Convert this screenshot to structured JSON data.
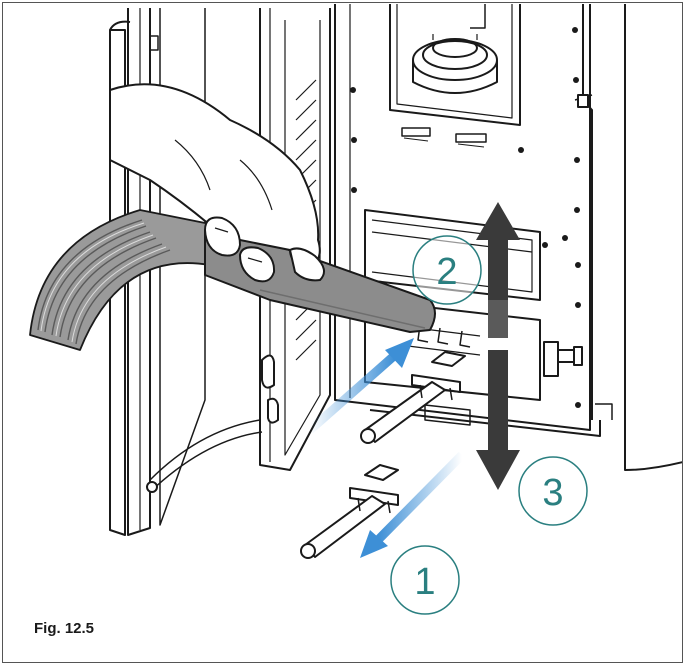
{
  "figure": {
    "caption": "Fig. 12.5"
  },
  "steps": [
    {
      "number": "1"
    },
    {
      "number": "2"
    },
    {
      "number": "3"
    }
  ],
  "colors": {
    "teal_label": "#2a7f80",
    "blue_arrow": "#3d8fd6",
    "dark_arrow": "#3a3a3a",
    "line": "#1a1a1a",
    "hose": "#8a8a8a",
    "nozzle": "#8c8c8c"
  },
  "icons": {
    "vacuum": "vacuum-hose-icon",
    "hand": "hand-icon",
    "rod": "cleaning-rod-icon"
  }
}
